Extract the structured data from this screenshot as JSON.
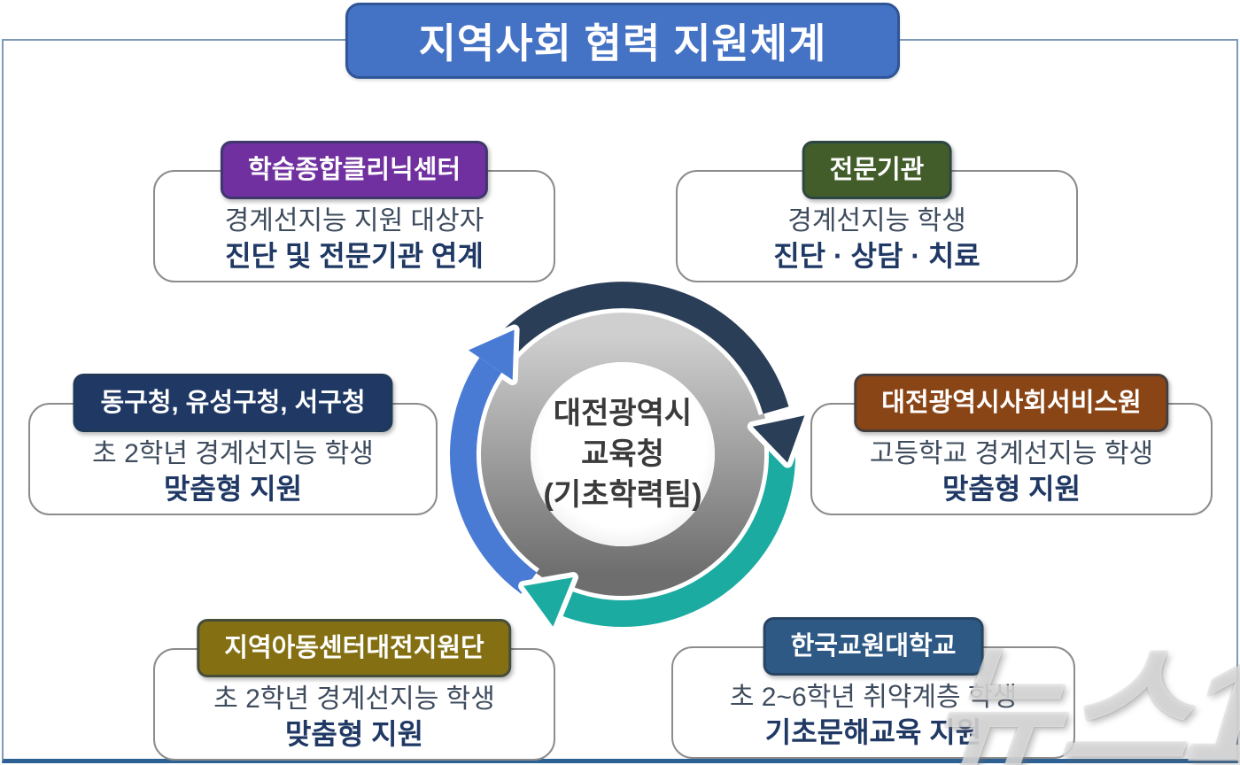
{
  "title": {
    "text": "지역사회 협력 지원체계",
    "bg_color": "#4472C4",
    "border_color": "#2F5597"
  },
  "center": {
    "line1": "대전광역시",
    "line2": "교육청",
    "line3": "(기초학력팀)",
    "arrow_colors": {
      "top": "#2B3E58",
      "right": "#1BABA1",
      "left": "#4A7BD4"
    },
    "ring_color_light": "#CFCFCF",
    "ring_color_dark": "#6E6E6E"
  },
  "boxes": [
    {
      "header": "학습종합클리닉센터",
      "color": "#7030A0",
      "line1": "경계선지능 지원 대상자",
      "line2": "진단 및 전문기관 연계"
    },
    {
      "header": "전문기관",
      "color": "#425D2A",
      "line1": "경계선지능 학생",
      "line2": "진단 · 상담 · 치료"
    },
    {
      "header": "동구청, 유성구청, 서구청",
      "color": "#1F3864",
      "line1": "초 2학년 경계선지능 학생",
      "line2": "맞춤형 지원"
    },
    {
      "header": "대전광역시사회서비스원",
      "color": "#8A4516",
      "line1": "고등학교 경계선지능 학생",
      "line2": "맞춤형 지원"
    },
    {
      "header": "지역아동센터대전지원단",
      "color": "#847012",
      "line1": "초 2학년 경계선지능 학생",
      "line2": "맞춤형 지원"
    },
    {
      "header": "한국교원대학교",
      "color": "#2E5984",
      "line1": "초 2~6학년 취약계층 학생",
      "line2": "기초문해교육 지원"
    }
  ],
  "watermark": "뉴스1"
}
